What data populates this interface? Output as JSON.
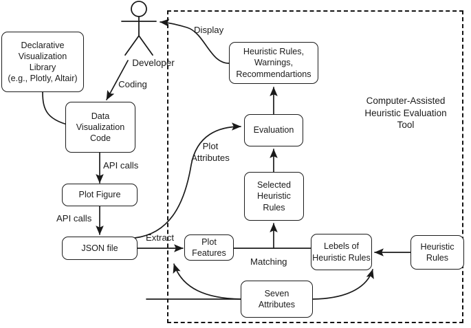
{
  "diagram": {
    "title": "Computer-Assisted Heuristic Evaluation Tool workflow",
    "stroke_color": "#1a1a1a",
    "background_color": "#ffffff",
    "region": {
      "label": "Computer-Assisted\nHeuristic Evaluation\nTool",
      "border_style": "dashed"
    },
    "actor": {
      "label": "Developer"
    },
    "nodes": [
      {
        "id": "declarative-visualization-library",
        "label": "Declarative\nVisualization\nLibrary\n(e.g., Plotly, Altair)"
      },
      {
        "id": "data-visualization-code",
        "label": "Data\nVisualization\nCode"
      },
      {
        "id": "plot-figure",
        "label": "Plot Figure"
      },
      {
        "id": "json-file",
        "label": "JSON file"
      },
      {
        "id": "plot-features",
        "label": "Plot\nFeatures"
      },
      {
        "id": "seven-attributes",
        "label": "Seven\nAttributes"
      },
      {
        "id": "selected-heuristic-rules",
        "label": "Selected\nHeuristic\nRules"
      },
      {
        "id": "evaluation",
        "label": "Evaluation"
      },
      {
        "id": "heuristic-rules-warnings-recommendations",
        "label": "Heuristic Rules,\nWarnings,\nRecommendartions"
      },
      {
        "id": "lebels-of-heuristic-rules",
        "label": "Lebels of\nHeuristic Rules"
      },
      {
        "id": "heuristic-rules",
        "label": "Heuristic\nRules"
      }
    ],
    "edge_labels": [
      {
        "id": "coding",
        "label": "Coding"
      },
      {
        "id": "api-calls-1",
        "label": "API calls"
      },
      {
        "id": "api-calls-2",
        "label": "API calls"
      },
      {
        "id": "extract",
        "label": "Extract"
      },
      {
        "id": "plot-attributes",
        "label": "Plot\nAttributes"
      },
      {
        "id": "display",
        "label": "Display"
      },
      {
        "id": "matching",
        "label": "Matching"
      }
    ]
  }
}
